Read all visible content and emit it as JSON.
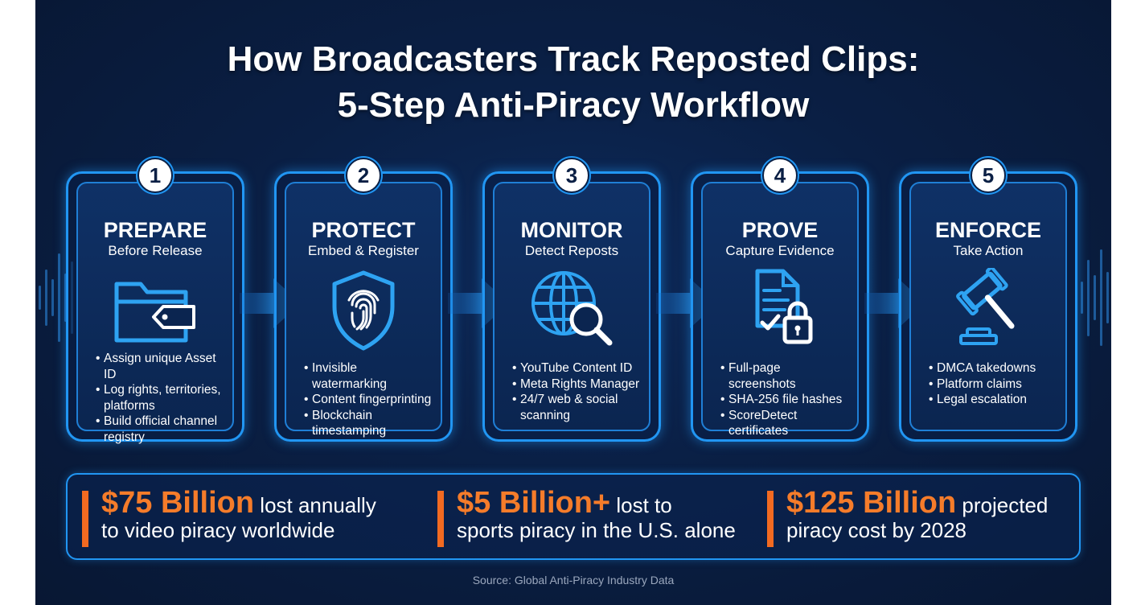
{
  "title_line1": "How Broadcasters Track Reposted Clips:",
  "title_line2": "5-Step Anti-Piracy Workflow",
  "steps": [
    {
      "number": "1",
      "title": "PREPARE",
      "subtitle": "Before Release",
      "icon": "folder-tag-icon",
      "bullets": [
        "Assign unique Asset ID",
        "Log rights, territories, platforms",
        "Build official channel registry"
      ]
    },
    {
      "number": "2",
      "title": "PROTECT",
      "subtitle": "Embed & Register",
      "icon": "shield-fingerprint-icon",
      "bullets": [
        "Invisible watermarking",
        "Content fingerprinting",
        "Blockchain timestamping"
      ]
    },
    {
      "number": "3",
      "title": "MONITOR",
      "subtitle": "Detect Reposts",
      "icon": "globe-search-icon",
      "bullets": [
        "YouTube Content ID",
        "Meta Rights Manager",
        "24/7 web & social scanning"
      ]
    },
    {
      "number": "4",
      "title": "PROVE",
      "subtitle": "Capture Evidence",
      "icon": "document-lock-icon",
      "bullets": [
        "Full-page screenshots",
        "SHA-256 file hashes",
        "ScoreDetect certificates"
      ]
    },
    {
      "number": "5",
      "title": "ENFORCE",
      "subtitle": "Take Action",
      "icon": "gavel-icon",
      "bullets": [
        "DMCA takedowns",
        "Platform claims",
        "Legal escalation"
      ]
    }
  ],
  "stats": [
    {
      "value": "$75 Billion",
      "text_a": " lost annually",
      "text_b": "to video piracy worldwide"
    },
    {
      "value": "$5 Billion+",
      "text_a": " lost to",
      "text_b": "sports piracy in the U.S. alone"
    },
    {
      "value": "$125 Billion",
      "text_a": " projected",
      "text_b": "piracy cost by 2028"
    }
  ],
  "source": "Source: Global Anti-Piracy Industry Data",
  "colors": {
    "background": "#0a1f44",
    "accent": "#2196f3",
    "stat_highlight": "#f57c2a"
  }
}
